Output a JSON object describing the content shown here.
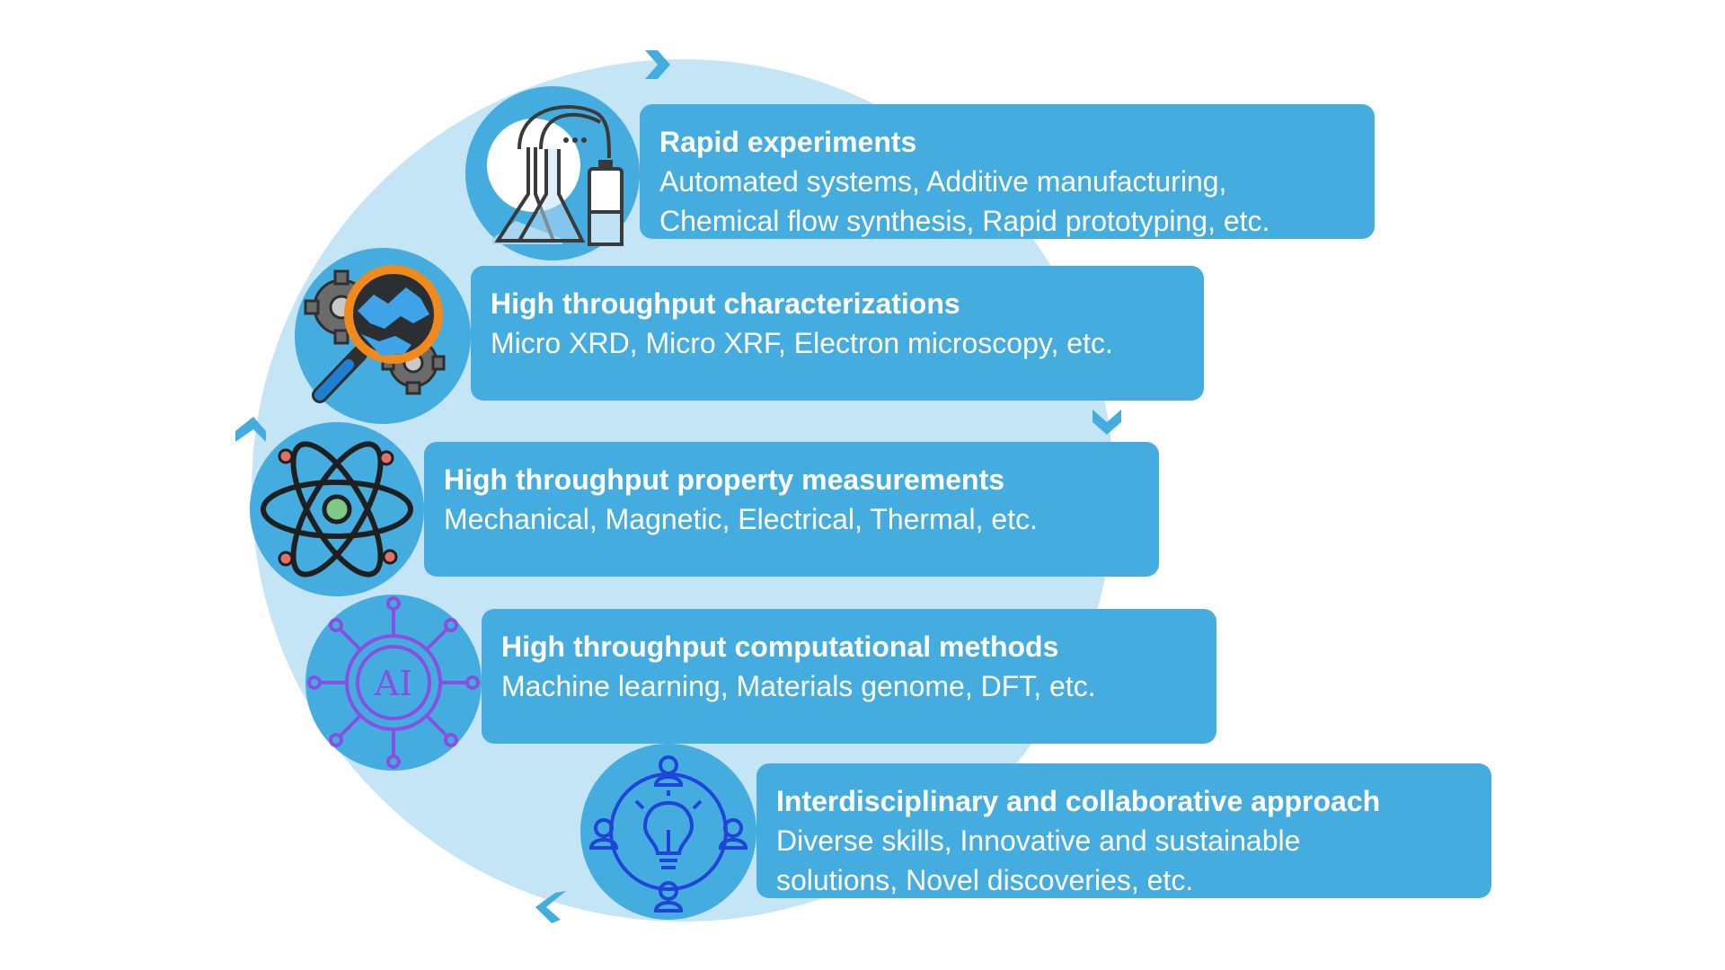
{
  "steps": [
    {
      "title": "Rapid experiments",
      "description": "Automated systems, Additive manufacturing,\nChemical flow synthesis, Rapid prototyping, etc.",
      "icon": "lab-flasks-icon"
    },
    {
      "title": "High throughput characterizations",
      "description": "Micro XRD, Micro XRF, Electron microscopy, etc.",
      "icon": "magnifier-gears-icon"
    },
    {
      "title": "High throughput property measurements",
      "description": "Mechanical, Magnetic, Electrical, Thermal, etc.",
      "icon": "atom-icon"
    },
    {
      "title": "High throughput computational methods",
      "description": "Machine learning, Materials genome, DFT, etc.",
      "icon": "ai-chip-icon",
      "icon_text": "AI"
    },
    {
      "title": "Interdisciplinary and collaborative approach",
      "description": "Diverse skills, Innovative and sustainable\nsolutions, Novel discoveries, etc.",
      "icon": "collaboration-lightbulb-icon"
    }
  ],
  "colors": {
    "box": "#45ace0",
    "ring": "#c4e5f5",
    "arrow": "#45ace0",
    "text": "#ffffff"
  }
}
